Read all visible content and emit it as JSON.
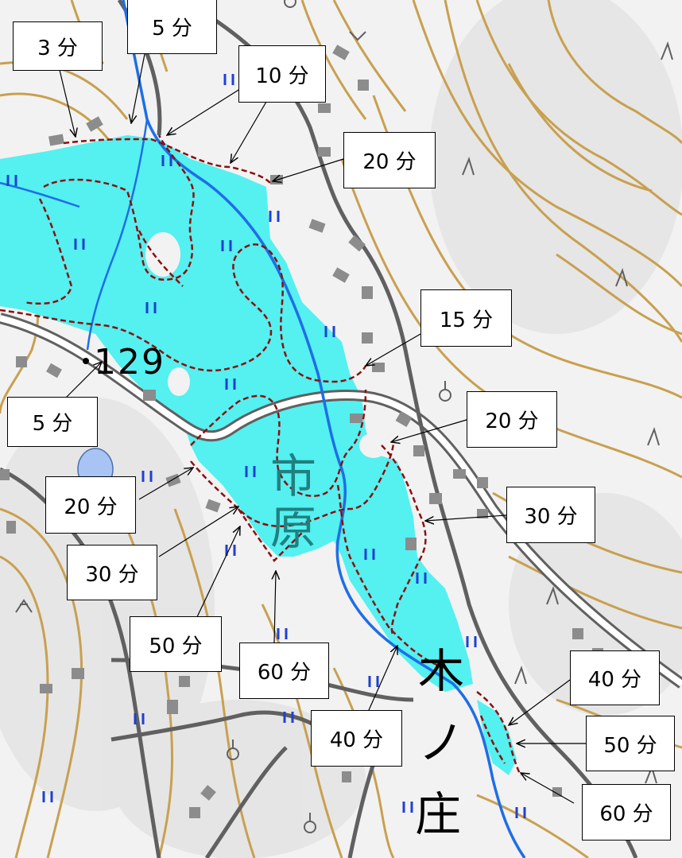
{
  "map": {
    "colors": {
      "flood": "#55f0f0",
      "contour": "#c8a050",
      "road": "#606060",
      "river": "#1e6ee6",
      "boundary": "#8b1010",
      "building": "#8c8c8c",
      "pond": "#a8c4f4",
      "paddy_symbol": "#2040d0"
    },
    "elevation": {
      "value": "129",
      "text_color": "#000000",
      "accent_color": "#208080"
    },
    "place_names": [
      {
        "text": "市",
        "color": "#208080"
      },
      {
        "text": "原",
        "color": "#208080"
      },
      {
        "text": "木",
        "color": "#000000"
      },
      {
        "text": "ノ",
        "color": "#000000"
      },
      {
        "text": "庄",
        "color": "#000000"
      }
    ],
    "callouts": [
      {
        "label": "3 分"
      },
      {
        "label": "5 分"
      },
      {
        "label": "10 分"
      },
      {
        "label": "20 分"
      },
      {
        "label": "15 分"
      },
      {
        "label": "5 分"
      },
      {
        "label": "20 分"
      },
      {
        "label": "20 分"
      },
      {
        "label": "30 分"
      },
      {
        "label": "30 分"
      },
      {
        "label": "50 分"
      },
      {
        "label": "60 分"
      },
      {
        "label": "40 分"
      },
      {
        "label": "40 分"
      },
      {
        "label": "50 分"
      },
      {
        "label": "60 分"
      }
    ]
  }
}
